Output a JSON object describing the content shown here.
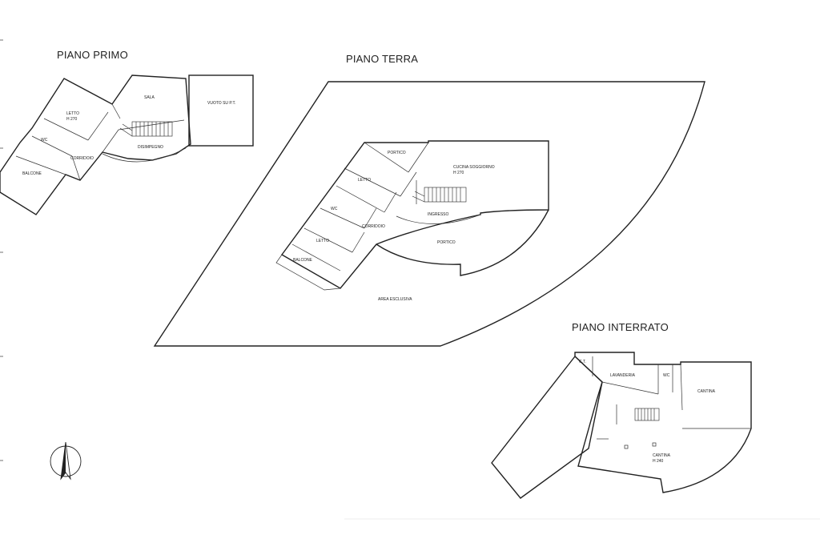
{
  "titles": {
    "first_floor": "PIANO PRIMO",
    "ground_floor": "PIANO TERRA",
    "basement": "PIANO INTERRATO"
  },
  "first_floor_rooms": {
    "sala": "SALA",
    "vuoto": "VUOTO SU P.T.",
    "letto": "LETTO",
    "letto_h": "H 270",
    "wc": "WC",
    "corridoio": "CORRIDOIO",
    "disimpegno": "DISIMPEGNO",
    "balcone": "BALCONE"
  },
  "ground_floor_rooms": {
    "portico_top": "PORTICO",
    "cucina": "CUCINA SOGGIORNO",
    "cucina_h": "H 270",
    "letto1": "LETTO",
    "wc": "WC",
    "ingresso": "INGRESSO",
    "corridoio": "CORRIDOIO",
    "letto2": "LETTO",
    "portico": "PORTICO",
    "balcone": "BALCONE",
    "area": "AREA ESCLUSIVA"
  },
  "basement_rooms": {
    "ct": "C.T.",
    "lavanderia": "LAVANDERIA",
    "wc": "WC",
    "cantina1": "CANTINA",
    "cantina2": "CANTINA",
    "cantina2_h": "H 240"
  },
  "icons": {
    "north_arrow": "north-arrow-icon"
  }
}
